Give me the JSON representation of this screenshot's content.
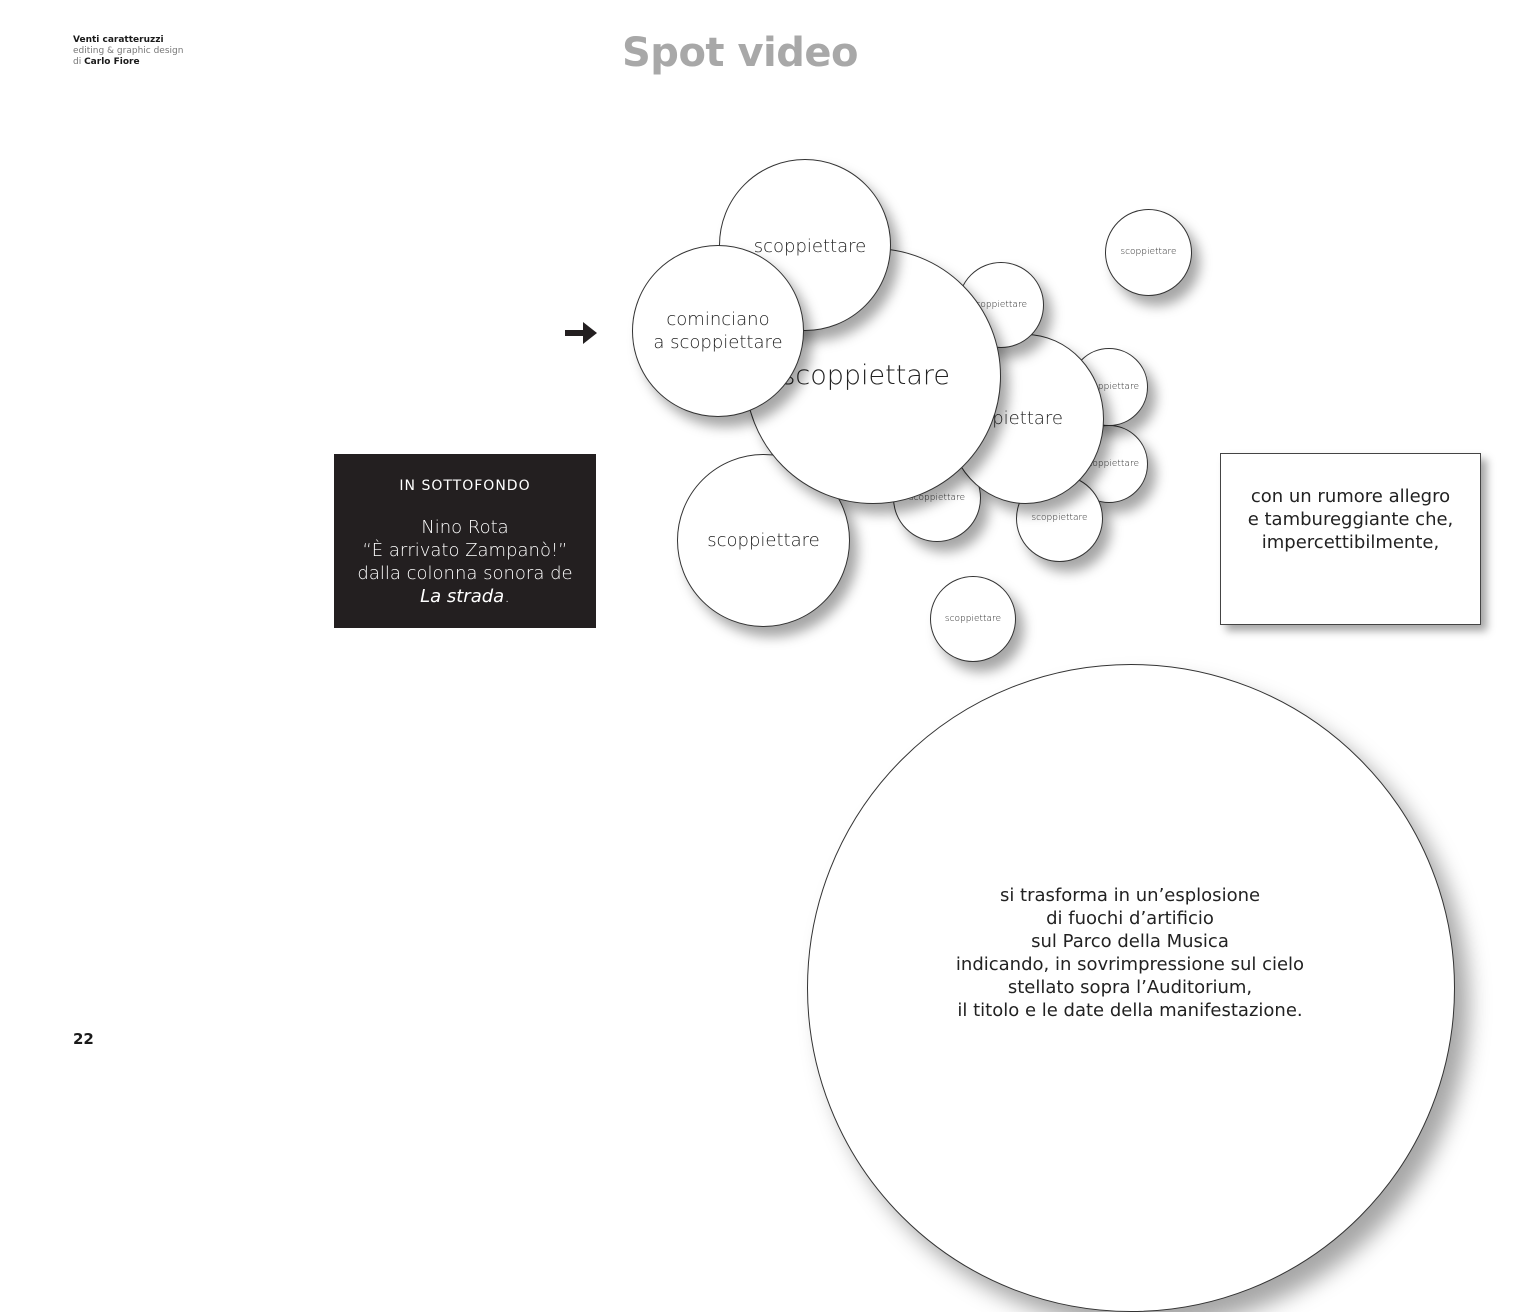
{
  "header": {
    "credits_line1": "Venti caratteruzzi",
    "credits_line2": "editing & graphic design",
    "credits_line3_prefix": "di ",
    "credits_line3_name": "Carlo Fiore",
    "title": "Spot video"
  },
  "page_number": "22",
  "arrow_icon": "right-arrow-icon",
  "bubbles": {
    "b_top": "scoppiettare",
    "b_center": "scoppiettare",
    "b_left_lines": [
      "cominciano",
      "a scoppiettare"
    ],
    "b_small_mid": "scoppiettare",
    "b_right_mid": "scoppiettare",
    "b_right_small1": "scoppiettare",
    "b_right_small2": "scoppiettare",
    "b_bottom_small1": "scoppiettare",
    "b_bottom_small2": "scoppiettare",
    "b_far_right": "scoppiettare",
    "b_left_bottom": "scoppiettare",
    "b_lower": "scoppiettare"
  },
  "infobox": {
    "heading": "IN SOTTOFONDO",
    "line1": "Nino Rota",
    "line2": "“È arrivato Zampanò!”",
    "line3": "dalla colonna sonora de",
    "line4_italic": "La strada",
    "line4_suffix": "."
  },
  "textbox": {
    "lines": [
      "con un rumore allegro",
      "e tambureggiante che,",
      "impercettibilmente,"
    ]
  },
  "bigcircle": {
    "lines": [
      "si trasforma in un’esplosione",
      "di fuochi d’artificio",
      "sul Parco della Musica",
      "indicando, in sovrimpressione sul cielo",
      "stellato sopra l’Auditorium,",
      "il titolo e le date della manifestazione."
    ]
  }
}
